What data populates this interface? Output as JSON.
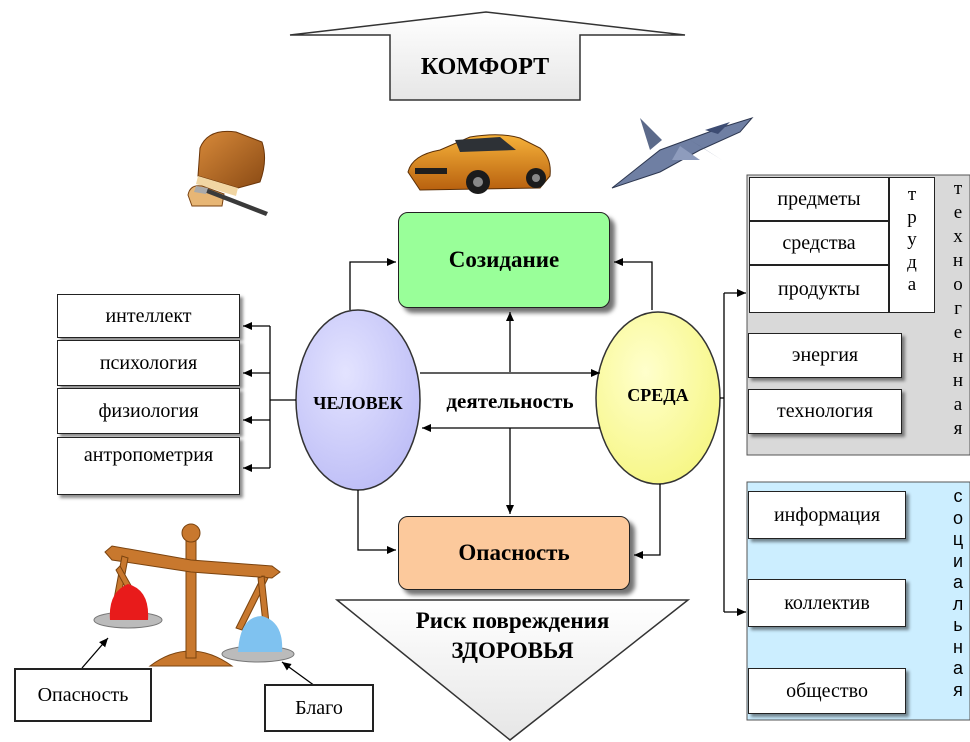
{
  "top_arrow": {
    "label": "КОМФОРТ"
  },
  "center": {
    "creation": "Созидание",
    "danger": "Опасность",
    "human": "ЧЕЛОВЕК",
    "environment": "СРЕДА",
    "activity": "деятельность"
  },
  "bottom_arrow": {
    "line1": "Риск повреждения",
    "line2": "ЗДОРОВЬЯ"
  },
  "left_factors": [
    "интеллект",
    "психология",
    "физиология",
    "антропометрия"
  ],
  "technogenic": {
    "rows": [
      "предметы",
      "средства",
      "продукты"
    ],
    "labor_label": "труда",
    "energy": "энергия",
    "technology": "технология",
    "side_label": "техногенная"
  },
  "social": {
    "items": [
      "информация",
      "коллектив",
      "общество"
    ],
    "side_label": "социальная"
  },
  "scales": {
    "left_label": "Опасность",
    "right_label": "Благо"
  },
  "colors": {
    "creation": "#99ff99",
    "danger": "#fcc99c",
    "human": "#ccccff",
    "environment": "#ffff99",
    "technogenic_panel": "#d9d9d9",
    "social_panel": "#cceeff",
    "scales": "#c8782e",
    "danger_weight": "#e81b1b",
    "good_weight": "#7fc2f0"
  },
  "icons": [
    "bread-icon",
    "car-icon",
    "jet-icon",
    "scales-icon"
  ]
}
